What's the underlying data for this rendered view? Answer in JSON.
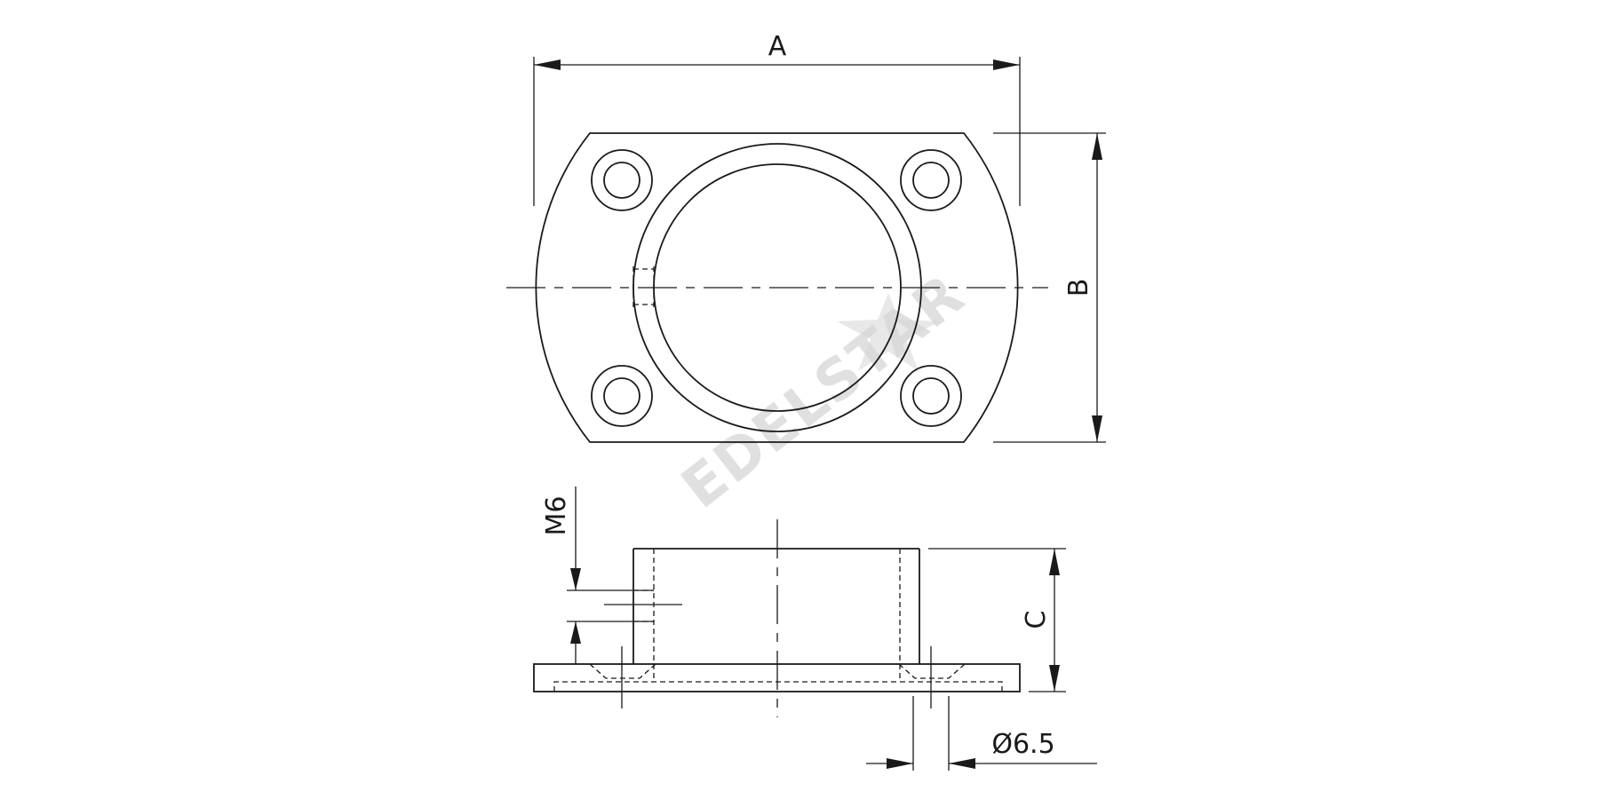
{
  "dimensions": {
    "A": "A",
    "B": "B",
    "C": "C",
    "thread": "M6",
    "hole": "Ø6.5"
  },
  "watermark": {
    "text": "EDELSTAR"
  }
}
